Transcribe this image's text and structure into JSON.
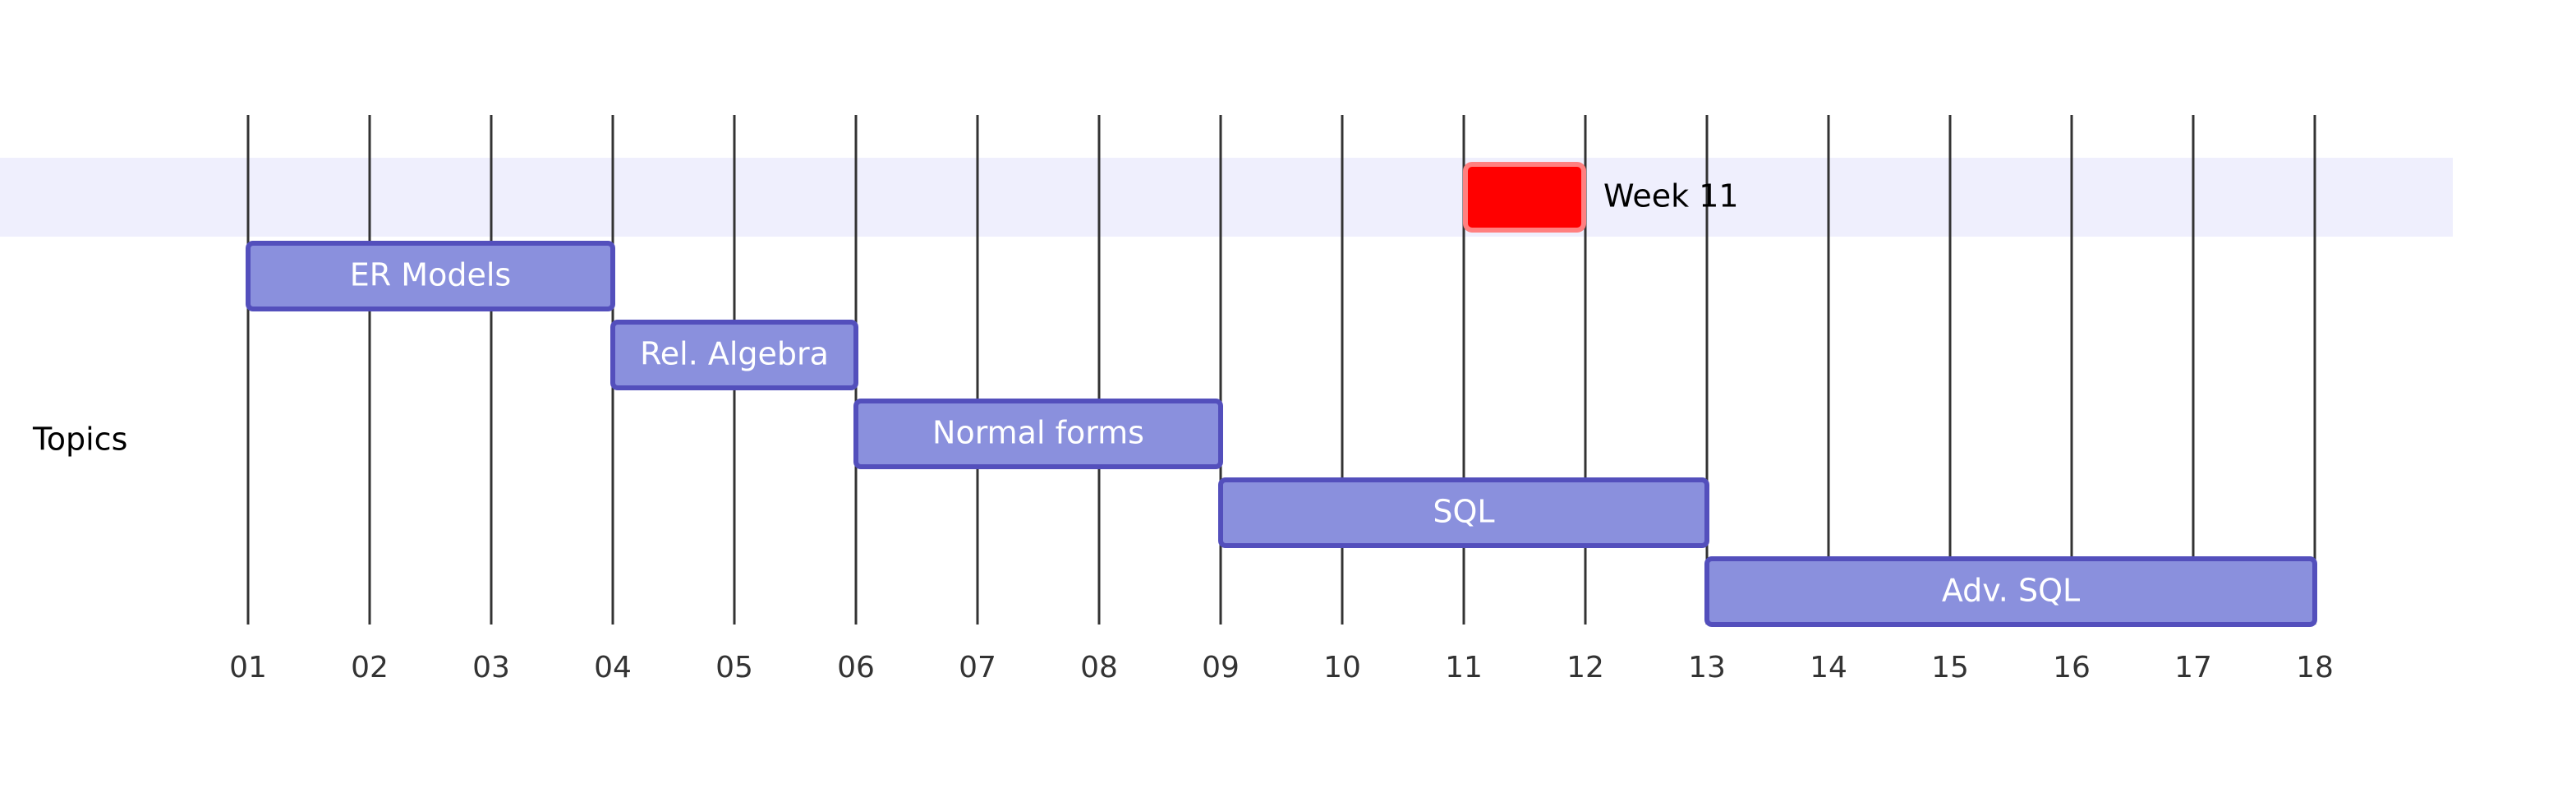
{
  "chart_data": {
    "type": "gantt",
    "x_unit": "week",
    "xlim": [
      1,
      19
    ],
    "ticks": [
      "01",
      "02",
      "03",
      "04",
      "05",
      "06",
      "07",
      "08",
      "09",
      "10",
      "11",
      "12",
      "13",
      "14",
      "15",
      "16",
      "17",
      "18"
    ],
    "section": "Topics",
    "tasks": [
      {
        "name": "ER Models",
        "start": 1,
        "end": 4
      },
      {
        "name": "Rel. Algebra",
        "start": 4,
        "end": 6
      },
      {
        "name": "Normal forms",
        "start": 6,
        "end": 9
      },
      {
        "name": "SQL",
        "start": 9,
        "end": 13
      },
      {
        "name": "Adv. SQL",
        "start": 13,
        "end": 18
      }
    ],
    "milestones": [
      {
        "name": "Week 11",
        "start": 11,
        "end": 12
      }
    ],
    "colors": {
      "task_fill": "#8a90dd",
      "task_border": "#534fbc",
      "milestone_fill": "#ff0000",
      "milestone_border": "#ff8080",
      "band": "#efeffd",
      "gridline": "#333333",
      "task_text": "#ffffff"
    }
  }
}
